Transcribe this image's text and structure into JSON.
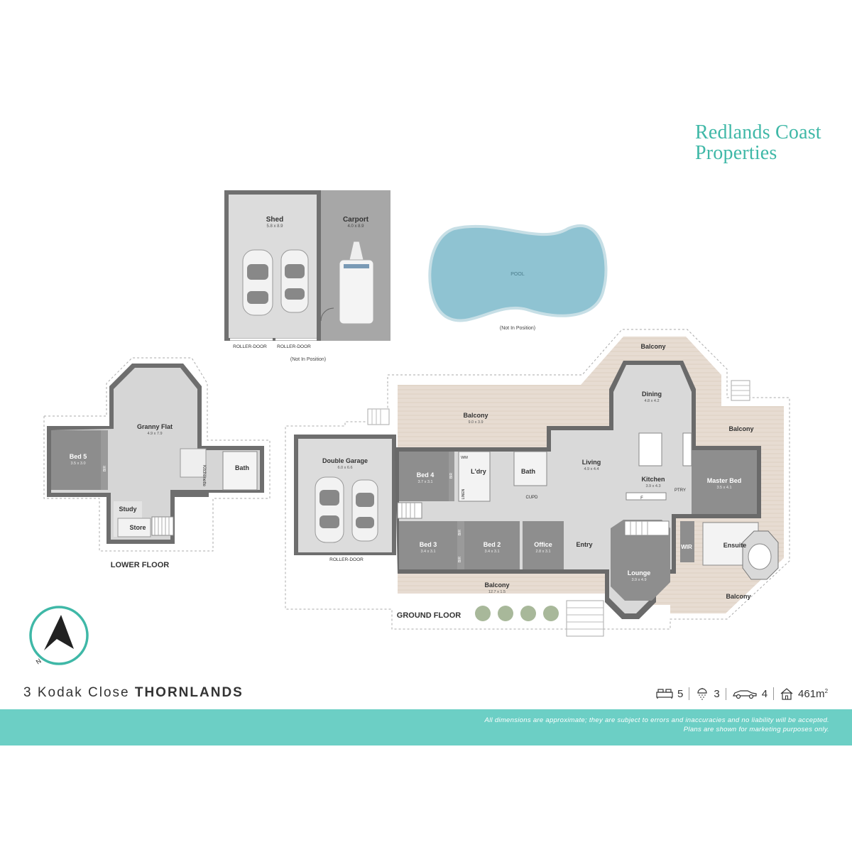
{
  "brand": {
    "line1": "Redlands Coast",
    "line2": "Properties"
  },
  "plan": {
    "lower_floor": {
      "label": "LOWER FLOOR",
      "rooms": {
        "bed5": {
          "name": "Bed 5",
          "dim": "3.5 x 3.0"
        },
        "granny": {
          "name": "Granny Flat",
          "dim": "4.9 x 7.9"
        },
        "bath": {
          "name": "Bath"
        },
        "kitchenette": {
          "name": "Kitchenette"
        },
        "study": {
          "name": "Study"
        },
        "store": {
          "name": "Store"
        },
        "bir": {
          "name": "BIR"
        }
      }
    },
    "outbuilding": {
      "shed": {
        "name": "Shed",
        "dim": "5.8 x 8.9"
      },
      "carport": {
        "name": "Carport",
        "dim": "4.0 x 8.9"
      },
      "door1": "ROLLER-DOOR",
      "door2": "ROLLER-DOOR",
      "note": "(Not In Position)"
    },
    "pool": {
      "name": "POOL",
      "note": "(Not In Position)"
    },
    "ground_floor": {
      "label": "GROUND FLOOR",
      "rooms": {
        "garage": {
          "name": "Double Garage",
          "dim": "6.0 x 6.6",
          "door": "ROLLER-DOOR"
        },
        "balcony_top": {
          "name": "Balcony",
          "dim": "9.0 x 3.9"
        },
        "balcony_north": {
          "name": "Balcony"
        },
        "balcony_east": {
          "name": "Balcony"
        },
        "balcony_se": {
          "name": "Balcony"
        },
        "balcony_front": {
          "name": "Balcony",
          "dim": "12.7 x 1.5"
        },
        "dining": {
          "name": "Dining",
          "dim": "4.8 x 4.2"
        },
        "living": {
          "name": "Living",
          "dim": "4.9 x 4.4"
        },
        "kitchen": {
          "name": "Kitchen",
          "dim": "3.9 x 4.3"
        },
        "master": {
          "name": "Master Bed",
          "dim": "3.5 x 4.1"
        },
        "bed4": {
          "name": "Bed 4",
          "dim": "3.7 x 3.1"
        },
        "bed3": {
          "name": "Bed 3",
          "dim": "3.4 x 3.1"
        },
        "bed2": {
          "name": "Bed 2",
          "dim": "3.4 x 3.1"
        },
        "office": {
          "name": "Office",
          "dim": "2.8 x 3.1"
        },
        "lounge": {
          "name": "Lounge",
          "dim": "3.9 x 4.9"
        },
        "entry": {
          "name": "Entry"
        },
        "ldry": {
          "name": "L'dry"
        },
        "bath": {
          "name": "Bath"
        },
        "ensuite": {
          "name": "Ensuite"
        },
        "wir": {
          "name": "WIR"
        },
        "wm": "WM",
        "linen": "LINEN",
        "cupd": "CUPD",
        "ptry": "PTRY",
        "f": "F",
        "bir4": "BIR",
        "bir3": "BIR",
        "bir2": "BIR"
      }
    },
    "compass_letter": "N"
  },
  "footer": {
    "address_street": "3 Kodak Close",
    "address_suburb": "THORNLANDS",
    "bedrooms": "5",
    "bathrooms": "3",
    "cars": "4",
    "area": "461m",
    "area_unit": "2",
    "disclaimer_line1": "All dimensions are approximate; they are subject to errors and inaccuracies and no liability will be accepted.",
    "disclaimer_line2": "Plans are shown for marketing purposes only."
  },
  "colors": {
    "brand": "#3fb8a7",
    "band": "#6ccfc5",
    "deck": "#e7dcd2",
    "floor": "#d7d7d7",
    "room": "#8e8e8e",
    "wall": "#5f5f5f",
    "pool": "#8fc3d2"
  }
}
